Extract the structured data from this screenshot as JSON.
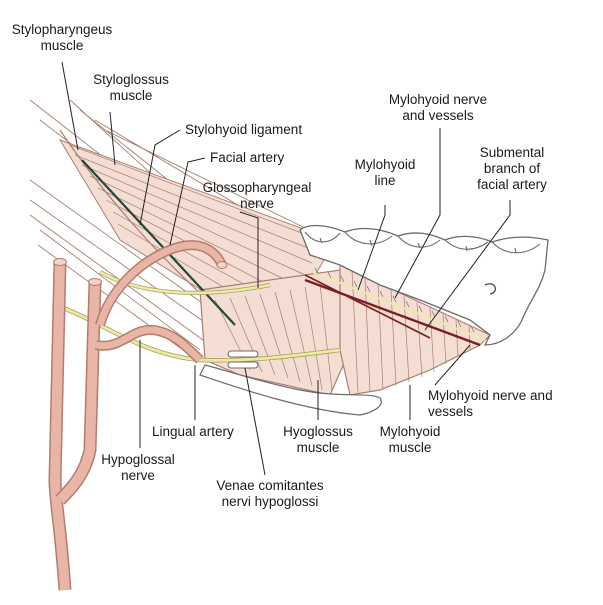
{
  "diagram": {
    "colors": {
      "muscle_fill": "#f4ddd3",
      "muscle_stroke": "#a87e70",
      "bone_fill": "#ffffff",
      "bone_stroke": "#6b6b6b",
      "artery": "#e8b5a6",
      "artery_stroke": "#b47c6c",
      "nerve": "#eee9a8",
      "nerve_stroke": "#a8a05a",
      "vessel": "#7a1f1f",
      "ligament": "#1f4a3a",
      "leader": "#222222"
    },
    "labels": {
      "stylopharyngeus_l1": "Stylopharyngeus",
      "stylopharyngeus_l2": "muscle",
      "styloglossus_l1": "Styloglossus",
      "styloglossus_l2": "muscle",
      "stylohyoid_ligament": "Stylohyoid ligament",
      "facial_artery": "Facial artery",
      "glossopharyngeal_l1": "Glossopharyngeal",
      "glossopharyngeal_l2": "nerve",
      "mylohyoid_line_l1": "Mylohyoid",
      "mylohyoid_line_l2": "line",
      "mylohyoid_nv_top_l1": "Mylohyoid nerve",
      "mylohyoid_nv_top_l2": "and vessels",
      "submental_l1": "Submental",
      "submental_l2": "branch of",
      "submental_l3": "facial artery",
      "mylohyoid_nv_bottom_l1": "Mylohyoid nerve and",
      "mylohyoid_nv_bottom_l2": "vessels",
      "lingual_artery": "Lingual artery",
      "hyoglossus_l1": "Hyoglossus",
      "hyoglossus_l2": "muscle",
      "mylohyoid_muscle_l1": "Mylohyoid",
      "mylohyoid_muscle_l2": "muscle",
      "hypoglossal_l1": "Hypoglossal",
      "hypoglossal_l2": "nerve",
      "venae_l1": "Venae comitantes",
      "venae_l2": "nervi hypoglossi"
    }
  }
}
